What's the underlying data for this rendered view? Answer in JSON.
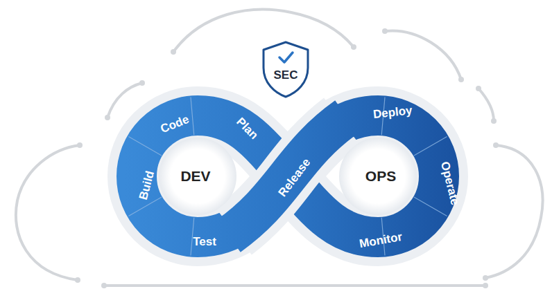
{
  "diagram": {
    "nodes": [
      {
        "text": [
          "SEC"
        ]
      },
      {
        "text": [
          "Code"
        ]
      },
      {
        "text": [
          "Plan"
        ]
      },
      {
        "text": [
          "Build"
        ]
      },
      {
        "text": [
          "Test"
        ]
      },
      {
        "text": [
          "Release"
        ]
      },
      {
        "text": [
          "Deploy"
        ]
      },
      {
        "text": [
          "Operate"
        ]
      },
      {
        "text": [
          "Monitor"
        ]
      }
    ],
    "labels": [
      "DEV",
      "OPS"
    ]
  }
}
